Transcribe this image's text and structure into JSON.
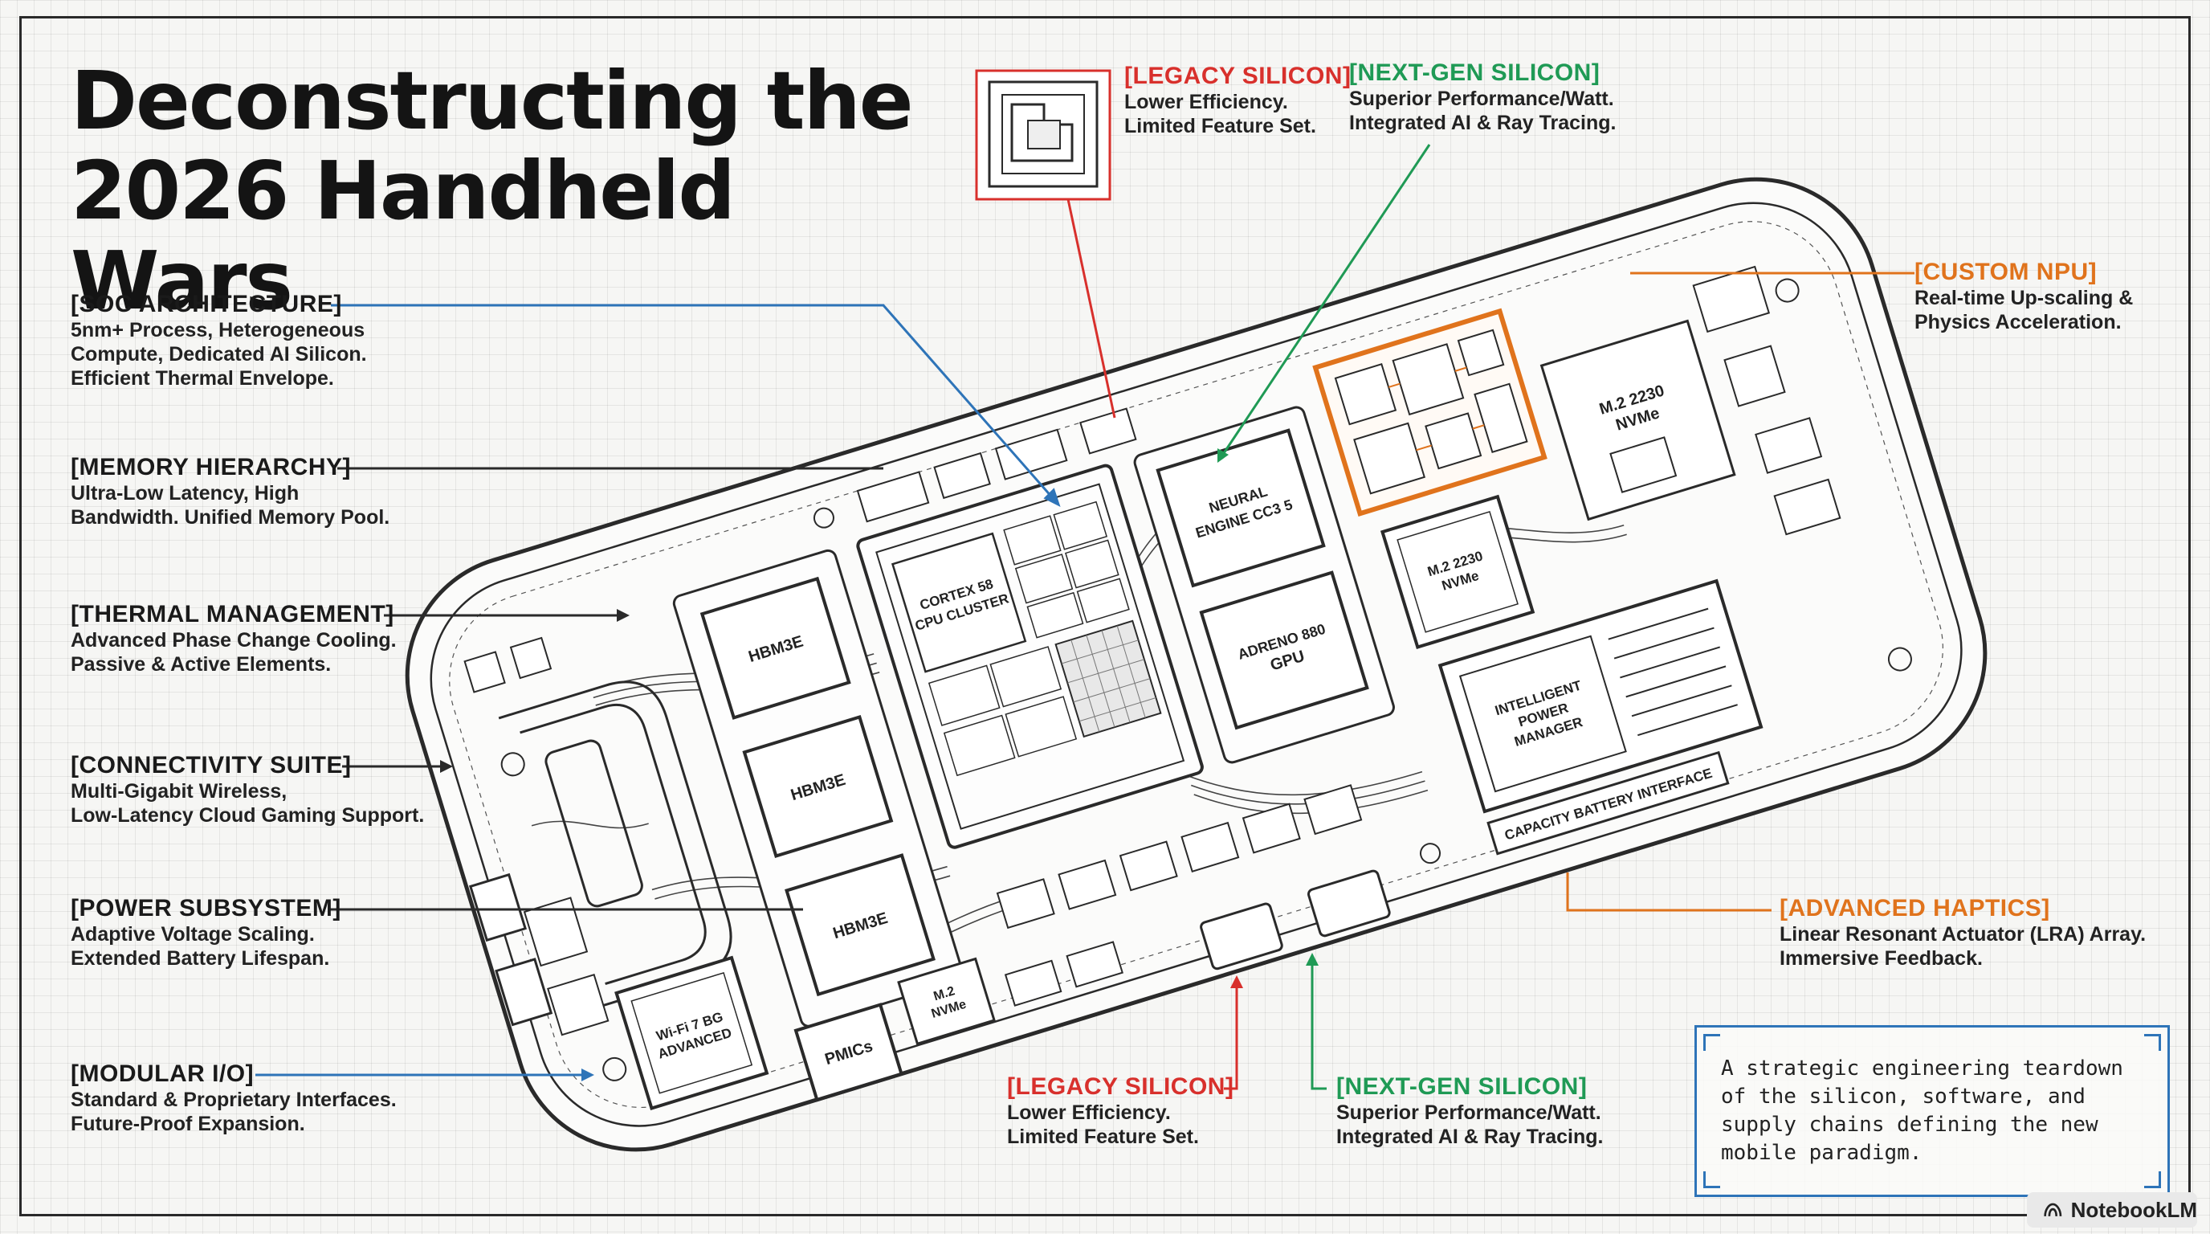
{
  "title": "Deconstructing the 2026 Handheld Wars",
  "left_labels": [
    {
      "heading": "[SOC ARCHITECTURE]",
      "lines": [
        "5nm+ Process, Heterogeneous",
        "Compute, Dedicated AI Silicon.",
        "Efficient Thermal Envelope."
      ]
    },
    {
      "heading": "[MEMORY HIERARCHY]",
      "lines": [
        "Ultra-Low Latency, High",
        "Bandwidth. Unified Memory Pool."
      ]
    },
    {
      "heading": "[THERMAL MANAGEMENT]",
      "lines": [
        "Advanced Phase Change Cooling.",
        "Passive & Active Elements."
      ]
    },
    {
      "heading": "[CONNECTIVITY SUITE]",
      "lines": [
        "Multi-Gigabit Wireless,",
        "Low-Latency Cloud Gaming Support."
      ]
    },
    {
      "heading": "[POWER SUBSYSTEM]",
      "lines": [
        "Adaptive Voltage Scaling.",
        "Extended Battery Lifespan."
      ]
    },
    {
      "heading": "[MODULAR I/O]",
      "lines": [
        "Standard & Proprietary Interfaces.",
        "Future-Proof Expansion."
      ]
    }
  ],
  "top_labels": {
    "legacy": {
      "heading": "[LEGACY SILICON]",
      "lines": [
        "Lower Efficiency.",
        "Limited Feature Set."
      ]
    },
    "nextgen": {
      "heading": "[NEXT-GEN SILICON]",
      "lines": [
        "Superior Performance/Watt.",
        "Integrated AI & Ray Tracing."
      ]
    }
  },
  "bottom_labels": {
    "legacy": {
      "heading": "[LEGACY SILICON]",
      "lines": [
        "Lower Efficiency.",
        "Limited Feature Set."
      ]
    },
    "nextgen": {
      "heading": "[NEXT-GEN SILICON]",
      "lines": [
        "Superior Performance/Watt.",
        "Integrated AI & Ray Tracing."
      ]
    }
  },
  "right_labels": {
    "npu": {
      "heading": "[CUSTOM NPU]",
      "lines": [
        "Real-time Up-scaling &",
        "Physics Acceleration."
      ]
    },
    "haptics": {
      "heading": "[ADVANCED HAPTICS]",
      "lines": [
        "Linear Resonant Actuator (LRA) Array.",
        "Immersive Feedback."
      ]
    }
  },
  "board_chips": {
    "cpu": [
      "CORTEX 58",
      "CPU CLUSTER"
    ],
    "hbm": [
      "HBM3E",
      "HBM3E",
      "HBM3E"
    ],
    "neural": [
      "NEURAL",
      "ENGINE CC3 5"
    ],
    "gpu": [
      "ADRENO 880",
      "GPU"
    ],
    "nvme_a": [
      "M.2 2230",
      "NVMe"
    ],
    "nvme_b": [
      "M.2 2230",
      "NVMe"
    ],
    "wifi": [
      "Wi-Fi 7 BG",
      "ADVANCED"
    ],
    "pmic": "PMICs",
    "power_mgr": [
      "INTELLIGENT",
      "POWER",
      "MANAGER"
    ],
    "battery": "CAPACITY BATTERY INTERFACE",
    "nvme_small": [
      "M.2",
      "NVMe"
    ]
  },
  "summary_text": [
    "A strategic engineering teardown",
    "of the silicon, software, and",
    "supply chains defining the new",
    "mobile paradigm."
  ],
  "badge": "NotebookLM",
  "colors": {
    "red": "#d8302c",
    "green": "#1f9a55",
    "orange": "#e0731c",
    "blue": "#2e74b8",
    "ink": "#2a2a2a"
  }
}
